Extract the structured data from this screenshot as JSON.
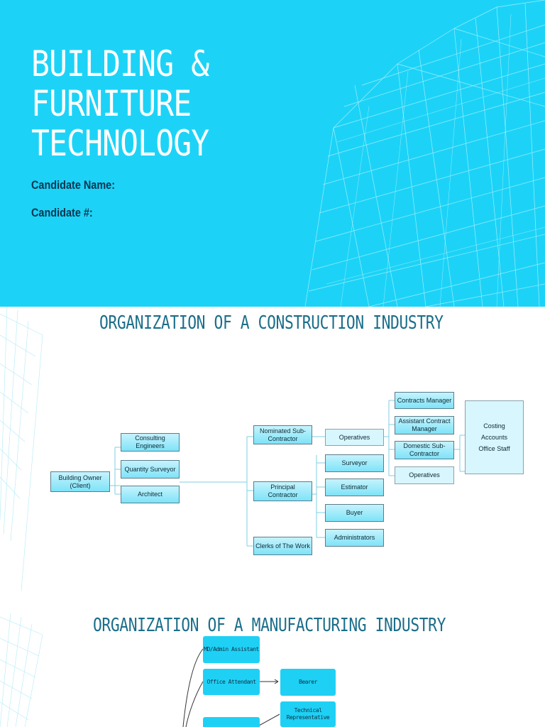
{
  "cover": {
    "title_lines": [
      "BUILDING &",
      "FURNITURE",
      "TECHNOLOGY"
    ],
    "candidate_name_label": "Candidate Name:",
    "candidate_number_label": "Candidate #:"
  },
  "construction": {
    "title": "ORGANIZATION OF A CONSTRUCTION INDUSTRY",
    "nodes": {
      "building_owner": "Building Owner (Client)",
      "consulting_engineers": "Consulting Engineers",
      "quantity_surveyor": "Quantity Surveyor",
      "architect": "Architect",
      "nominated_sub": "Nominated Sub-Contractor",
      "principal": "Principal Contractor",
      "clerks": "Clerks of The Work",
      "operatives_1": "Operatives",
      "surveyor": "Surveyor",
      "estimator": "Estimator",
      "buyer": "Buyer",
      "administrators": "Administrators",
      "contracts_manager": "Contracts Manager",
      "assistant_contract_manager": "Assistant Contract Manager",
      "domestic_sub": "Domestic Sub-Contractor",
      "operatives_2": "Operatives",
      "costing": "Costing",
      "accounts": "Accounts",
      "office_staff": "Office Staff"
    }
  },
  "manufacturing": {
    "title": "ORGANIZATION OF A MANUFACTURING INDUSTRY",
    "nodes": {
      "md_admin": "MD/Admin Assistant",
      "office_attendant": "Office Attendant",
      "bearer": "Bearer",
      "technical_rep": "Technical Representative"
    }
  },
  "colors": {
    "cover_bg": "#1cd3f7",
    "title_text": "#1b6e8a",
    "node_fill": "#7ee3f8"
  }
}
